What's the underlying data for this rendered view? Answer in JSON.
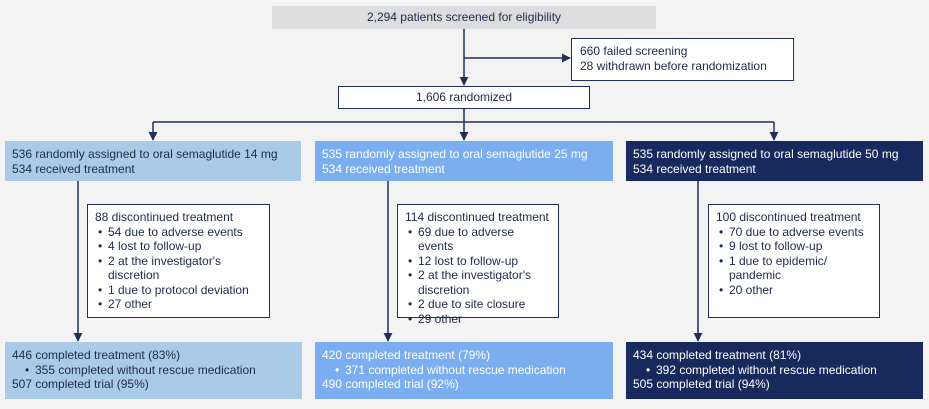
{
  "screened": "2,294 patients screened for eligibility",
  "excluded": {
    "line1": "660 failed screening",
    "line2": "28 withdrawn before randomization"
  },
  "randomized": "1,606 randomized",
  "arms": [
    {
      "assigned": "536 randomly assigned to oral semaglutide 14 mg",
      "received": "534 received treatment",
      "discontinued": {
        "title": "88 discontinued treatment",
        "items": [
          "54 due to adverse events",
          "4 lost to follow-up",
          "2 at the investigator's discretion",
          "1 due to protocol deviation",
          "27 other"
        ]
      },
      "completed": {
        "treatment": "446 completed treatment (83%)",
        "without_rescue": "355 completed without rescue medication",
        "trial": "507 completed trial (95%)"
      }
    },
    {
      "assigned": "535 randomly assigned to oral semaglutide 25 mg",
      "received": "534 received treatment",
      "discontinued": {
        "title": "114 discontinued treatment",
        "items": [
          "69 due to adverse events",
          "12 lost to follow-up",
          "2 at the investigator's discretion",
          "2 due to site closure",
          "29 other"
        ]
      },
      "completed": {
        "treatment": "420 completed treatment (79%)",
        "without_rescue": "371 completed without rescue medication",
        "trial": "490 completed trial (92%)"
      }
    },
    {
      "assigned": "535 randomly assigned to oral semaglutide 50 mg",
      "received": "534 received treatment",
      "discontinued": {
        "title": "100 discontinued treatment",
        "items": [
          "70 due to adverse events",
          "9 lost to follow-up",
          "1 due to epidemic/ pandemic",
          "20 other"
        ]
      },
      "completed": {
        "treatment": "434 completed treatment (81%)",
        "without_rescue": "392 completed without rescue medication",
        "trial": "505 completed trial (94%)"
      }
    }
  ],
  "colors": {
    "arm1": "#a9cbe8",
    "arm2": "#7aaef0",
    "arm3": "#18295e",
    "line": "#1f2f5c",
    "screened_bg": "#dcdddf"
  }
}
